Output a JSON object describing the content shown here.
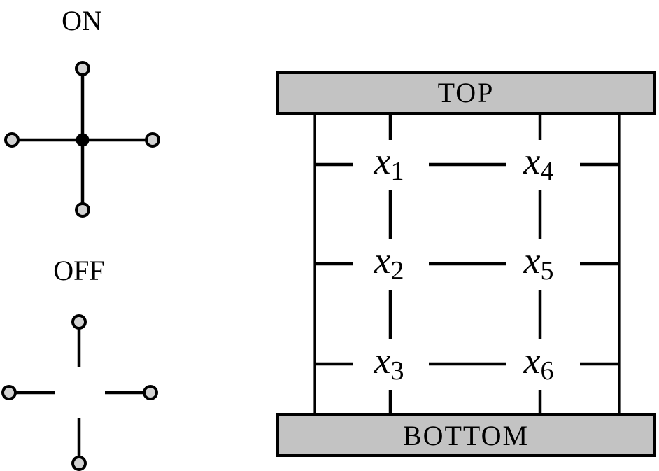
{
  "colors": {
    "background": "#ffffff",
    "line": "#000000",
    "bar_fill": "#c3c3c3",
    "terminal_fill": "#d2d2d2",
    "contact_fill": "#000000",
    "text": "#000000"
  },
  "legend": {
    "on_label": "ON",
    "off_label": "OFF"
  },
  "network": {
    "top_label": "TOP",
    "bottom_label": "BOTTOM",
    "switches": [
      {
        "name": "x1",
        "base": "x",
        "sub": "1"
      },
      {
        "name": "x2",
        "base": "x",
        "sub": "2"
      },
      {
        "name": "x3",
        "base": "x",
        "sub": "3"
      },
      {
        "name": "x4",
        "base": "x",
        "sub": "4"
      },
      {
        "name": "x5",
        "base": "x",
        "sub": "5"
      },
      {
        "name": "x6",
        "base": "x",
        "sub": "6"
      }
    ]
  }
}
